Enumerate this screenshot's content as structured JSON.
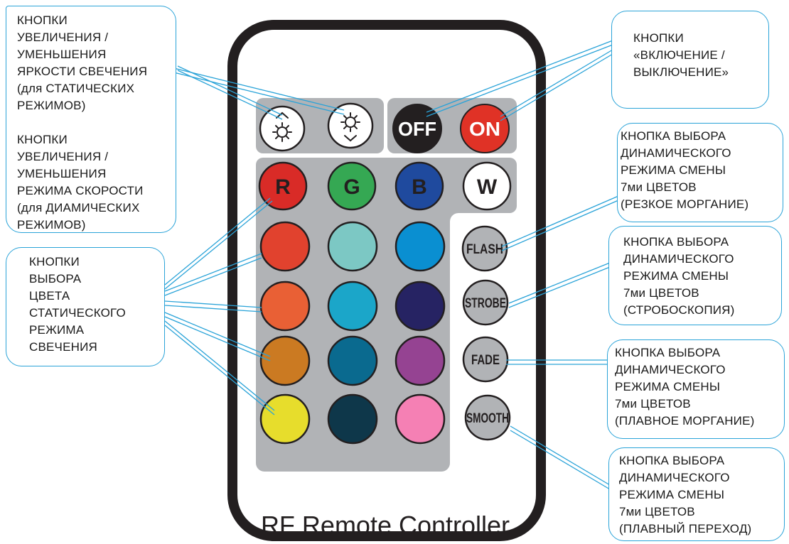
{
  "remote": {
    "title": "RF Remote Controller",
    "power_buttons": {
      "off": "OFF",
      "on": "ON"
    },
    "rgbw_buttons": [
      "R",
      "G",
      "B",
      "W"
    ],
    "mode_buttons": [
      "FLASH",
      "STROBE",
      "FADE",
      "SMOOTH"
    ],
    "brightness_buttons": [
      "brightness-up-icon",
      "brightness-down-icon"
    ],
    "colors": {
      "body_border": "#231f20",
      "panel": "#b1b3b6",
      "off_button": "#231f20",
      "on_button": "#e03226",
      "r_button": "#d92b27",
      "g_button": "#35a853",
      "b_button": "#1f4a9e",
      "w_button": "#ffffff",
      "mode_button": "#b1b3b6",
      "leader_line": "#2aa3d8",
      "static_colors": [
        [
          "#e1422e",
          "#7cc8c4",
          "#0a8fd1"
        ],
        [
          "#e96035",
          "#1ba6c9",
          "#262363"
        ],
        [
          "#cb7a22",
          "#0a6a8f",
          "#954392"
        ],
        [
          "#e7dd2c",
          "#0e374a",
          "#f580b4"
        ]
      ]
    }
  },
  "callouts": {
    "brightness": "КНОПКИ\nУВЕЛИЧЕНИЯ /\nУМЕНЬШЕНИЯ\nЯРКОСТИ СВЕЧЕНИЯ\n(для СТАТИЧЕСКИХ\nРЕЖИМОВ)\n\nКНОПКИ\nУВЕЛИЧЕНИЯ /\nУМЕНЬШЕНИЯ\nРЕЖИМА СКОРОСТИ\n(для ДИАМИЧЕСКИХ\nРЕЖИМОВ)",
    "power": "КНОПКИ\n«ВКЛЮЧЕНИЕ /\nВЫКЛЮЧЕНИЕ»",
    "static_color": "КНОПКИ\nВЫБОРА\nЦВЕТА\nСТАТИЧЕСКОГО\nРЕЖИМА\nСВЕЧЕНИЯ",
    "flash": "КНОПКА ВЫБОРА\nДИНАМИЧЕСКОГО\nРЕЖИМА СМЕНЫ\n7ми ЦВЕТОВ\n(РЕЗКОЕ МОРГАНИЕ)",
    "strobe": "КНОПКА ВЫБОРА\nДИНАМИЧЕСКОГО\nРЕЖИМА СМЕНЫ\n7ми ЦВЕТОВ\n(СТРОБОСКОПИЯ)",
    "fade": "КНОПКА ВЫБОРА\nДИНАМИЧЕСКОГО\nРЕЖИМА СМЕНЫ\n7ми ЦВЕТОВ\n(ПЛАВНОЕ МОРГАНИЕ)",
    "smooth": "КНОПКА ВЫБОРА\nДИНАМИЧЕСКОГО\nРЕЖИМА СМЕНЫ\n7ми ЦВЕТОВ\n(ПЛАВНЫЙ ПЕРЕХОД)"
  }
}
